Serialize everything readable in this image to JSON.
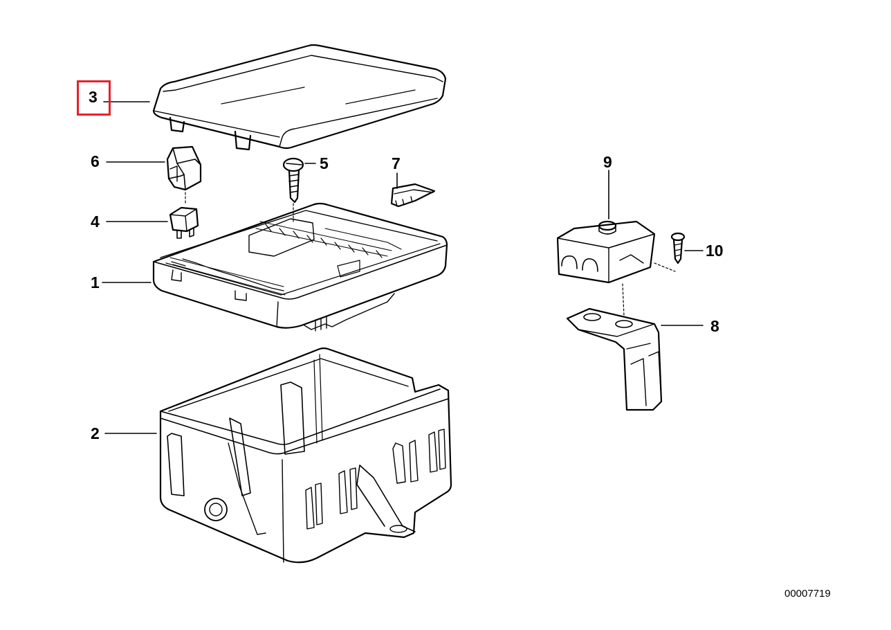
{
  "callouts": {
    "c1": "1",
    "c2": "2",
    "c3": "3",
    "c4": "4",
    "c5": "5",
    "c6": "6",
    "c7": "7",
    "c8": "8",
    "c9": "9",
    "c10": "10"
  },
  "highlighted_callout": "3",
  "highlight_color": "#e8202a",
  "doc_number": "00007719"
}
